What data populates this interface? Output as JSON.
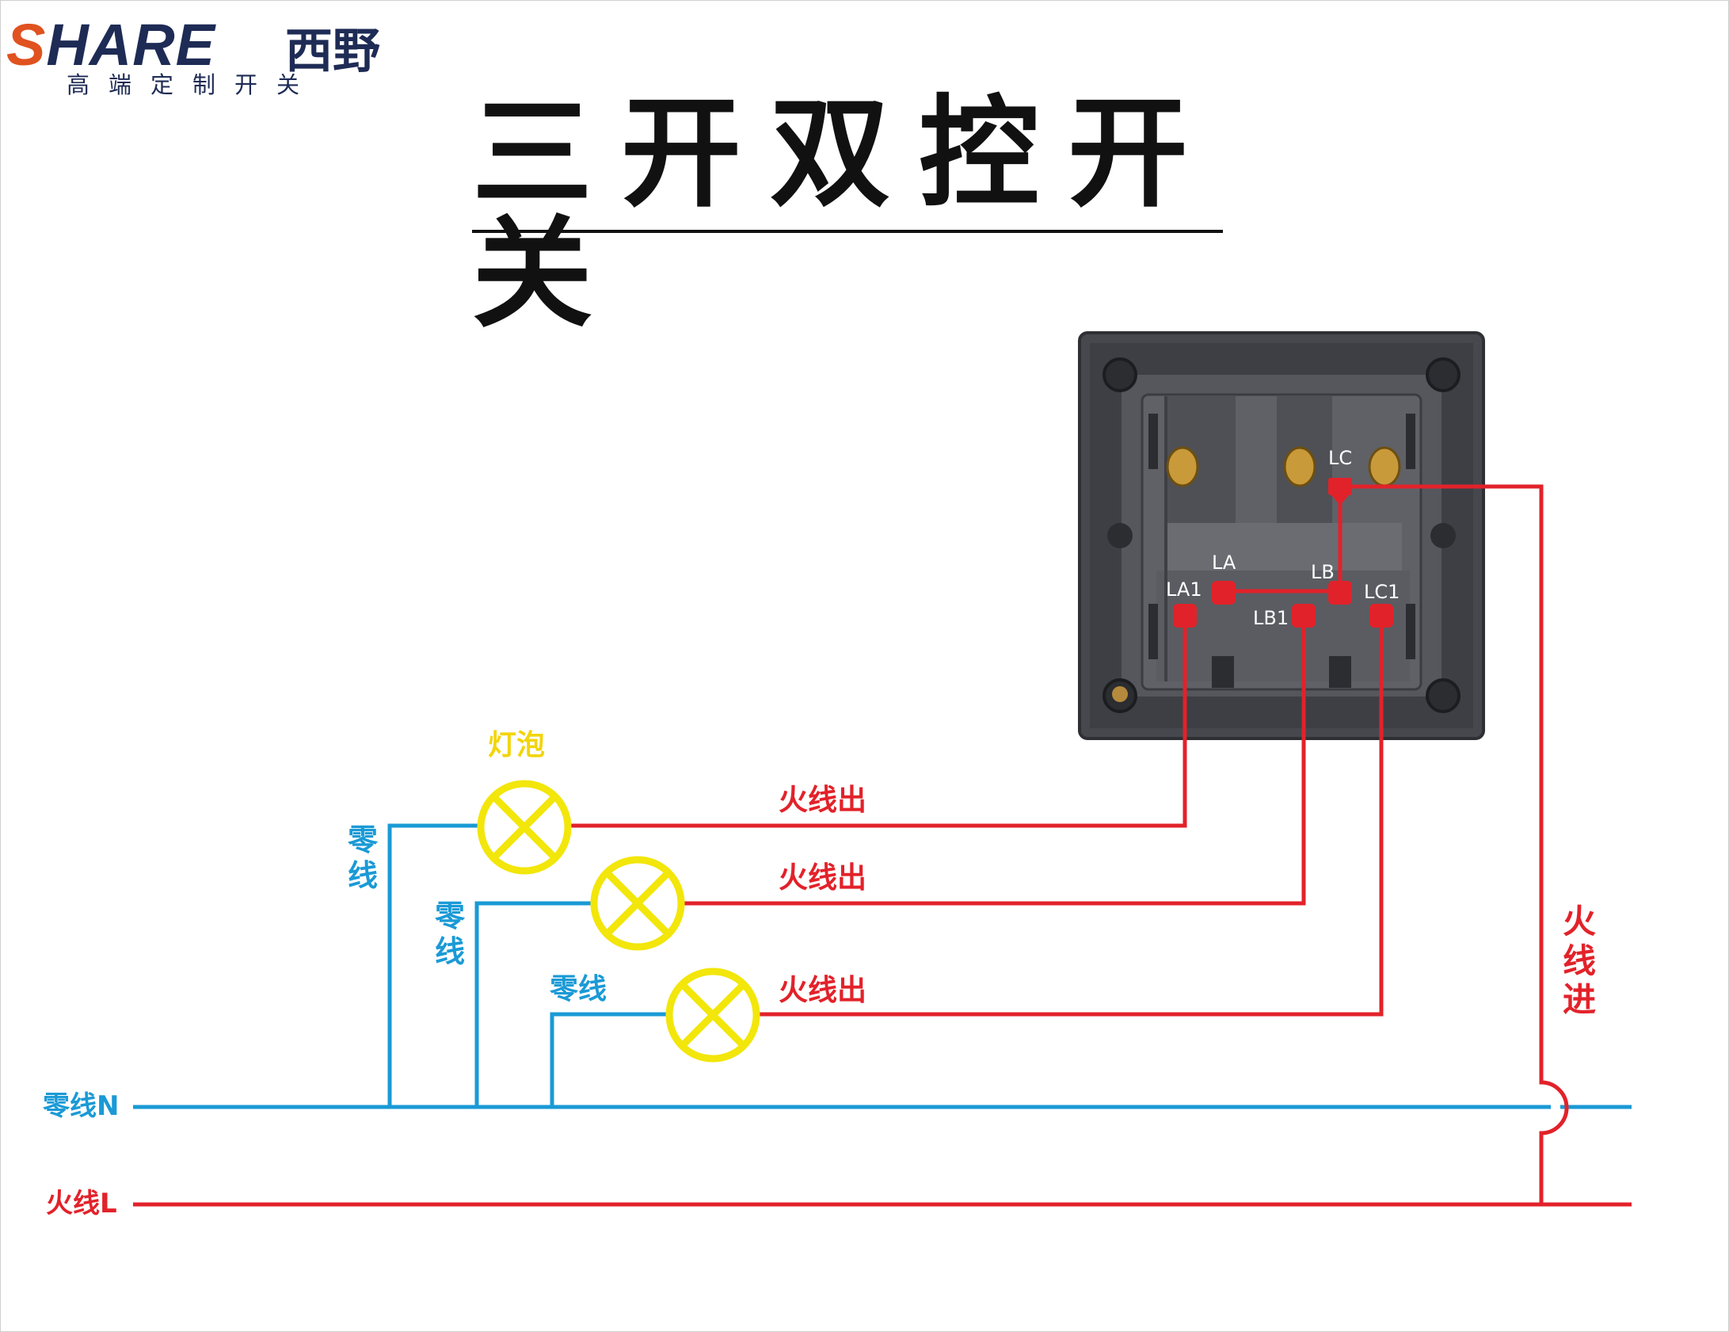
{
  "brand": {
    "name": "SHARE",
    "cn_name": "西野",
    "tagline": "高端定制开关"
  },
  "title": "三开双控开关",
  "labels": {
    "bulb": "灯泡",
    "neutral_1": "零线",
    "neutral_2": "零线",
    "neutral_3": "零线",
    "live_out_1": "火线出",
    "live_out_2": "火线出",
    "live_out_3": "火线出",
    "live_in": "火线进",
    "neutral_main": "零线N",
    "live_main": "火线L"
  },
  "terminals": {
    "lc": "LC",
    "la": "LA",
    "lb": "LB",
    "la1": "LA1",
    "lb1": "LB1",
    "lc1": "LC1"
  },
  "colors": {
    "live": "#e2222a",
    "neutral": "#1a9ad6",
    "bulb": "#f2e60a",
    "switch_body": "#4a4c52",
    "text_dark": "#111111"
  }
}
